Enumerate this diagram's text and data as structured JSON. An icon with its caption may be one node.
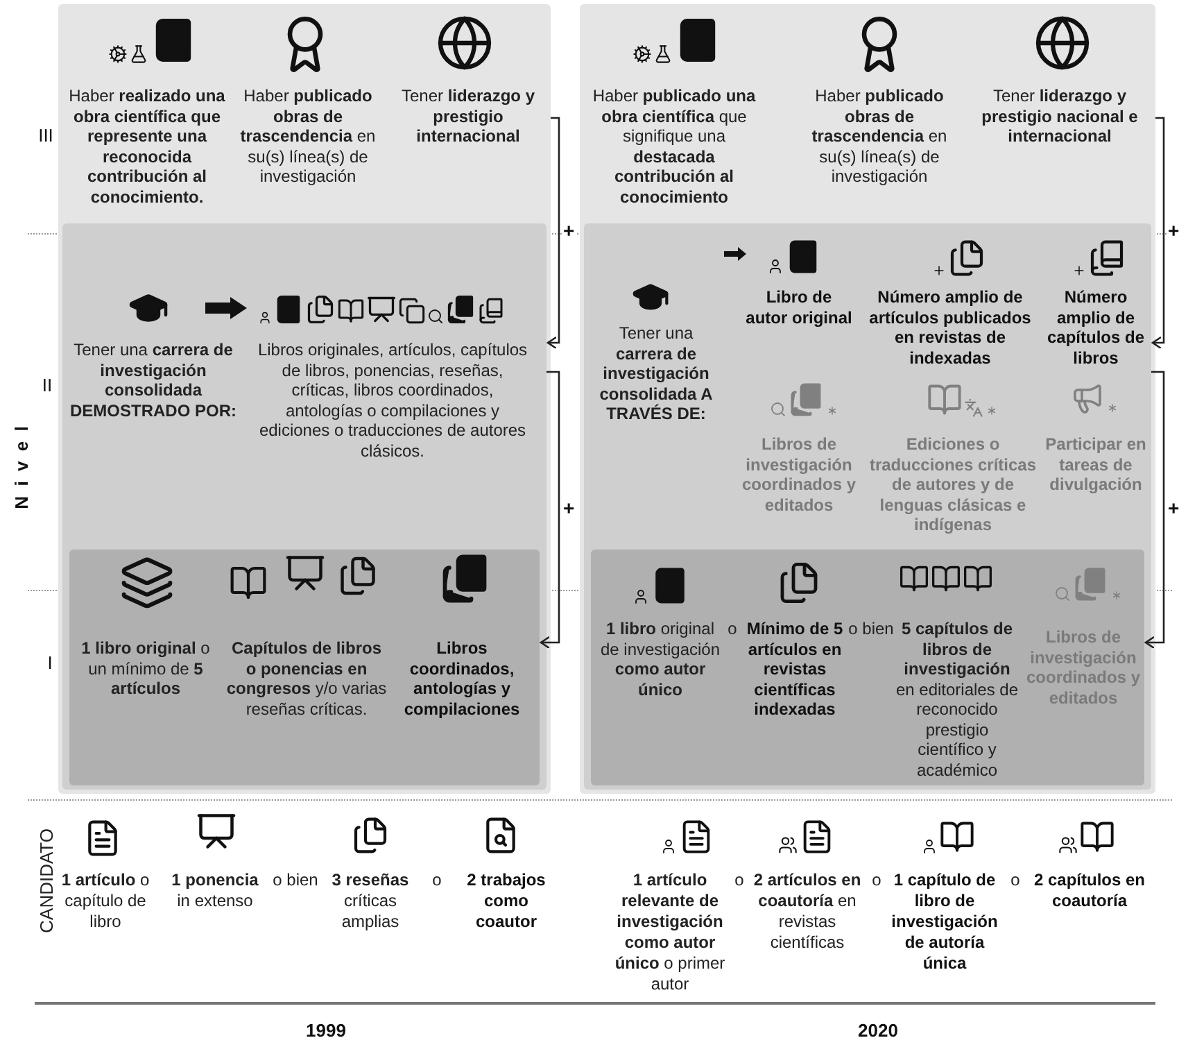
{
  "diagram": {
    "nodes": [
      {
        "text": [
          "Haber **realizado una obra científica que represente una reconocida contribución al conocimiento.**",
          "Haber **publicado obras de trascendencia** en su(s) línea(s) de investigación",
          "Tener **liderazgo y prestigio internacional**"
        ]
      },
      {
        "text": [
          "Tener una **carrera de investigación consolidada DEMOSTRADO POR:**",
          "Libros originales, artículos, capítulos de libros, ponencias, reseñas, críticas, libros coordinados, antologías o compilaciones y ediciones o traducciones de autores clásicos."
        ],
        "in": 0
      },
      {
        "text": [
          "**1 libro original** o un mínimo de **5 artículos**",
          "**Capítulos de libros o ponencias en congresos** y/o varias reseñas críticas.",
          "Libros coordinados, antologías y compilaciones"
        ],
        "in": 1
      },
      {
        "text": [
          "Haber **publicado una obra científica** que signifique una **destacada contribución al conocimiento**",
          "Haber **publicado obras de trascendencia** en su(s) línea(s) de investigación",
          "Tener **liderazgo y prestigio nacional e internacional**"
        ]
      },
      {
        "text": [
          "Tener una **carrera de investigación consolidada A TRAVÉS DE:**",
          "Libro de autor original",
          "Número amplio de artículos publicados en revistas de indexadas",
          "Número amplio de capítulos de libros",
          "Libros de investigación coordinados y editados",
          "Ediciones o traducciones críticas de autores y de lenguas clásicas e indígenas",
          "Participar en tareas de divulgación"
        ],
        "in": 3
      },
      {
        "text": [
          "**1 libro** original de investigación **como autor único**",
          "o",
          "Mínimo de 5 artículos en revistas científicas indexadas",
          "o bien",
          "**5 capítulos de libros de investigación** en editoriales de reconocido prestigio científico y académico",
          "Libros de investigación coordinados y editados"
        ],
        "in": 4
      }
    ],
    "edges": [
      {
        "from": 0,
        "to": 1,
        "arrow": "to",
        "label": "+"
      },
      {
        "from": 1,
        "to": 2,
        "arrow": "to",
        "label": "+"
      },
      {
        "from": 3,
        "to": 4,
        "arrow": "to",
        "label": "+"
      },
      {
        "from": 4,
        "to": 5,
        "arrow": "to",
        "label": "+"
      }
    ],
    "labels": [
      "III",
      "II",
      "I",
      "Nivel",
      "CANDIDATO",
      "**1 artículo** o capítulo de libro",
      "**1 ponencia** in extenso",
      "o bien",
      "**3 reseñas** críticas amplias",
      "o",
      "2 trabajos como coautor",
      "**1 artículo relevante de investigación como autor único** o primer autor",
      "o",
      "**2 artículos en coautoría** en revistas científicas",
      "o",
      "1 capítulo de libro de investigación de autoría única",
      "o",
      "2 capítulos en coautoría",
      "1999",
      "2020"
    ]
  }
}
